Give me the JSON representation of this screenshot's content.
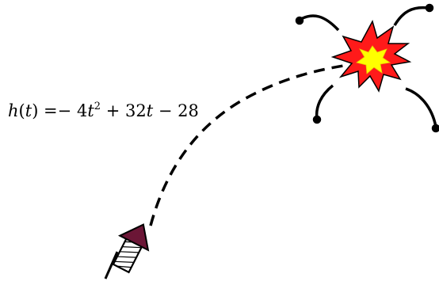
{
  "equation": {
    "lhs_func": "h",
    "lhs_var": "t",
    "a": "4",
    "exp": "2",
    "b": "32",
    "c": "28"
  },
  "colors": {
    "rocket_body": "#6b1636",
    "explosion_outer": "#ff1a1a",
    "explosion_inner": "#ffff00",
    "trajectory": "#000000"
  },
  "icons": [
    "rocket-icon",
    "explosion-icon",
    "spark-lines"
  ]
}
